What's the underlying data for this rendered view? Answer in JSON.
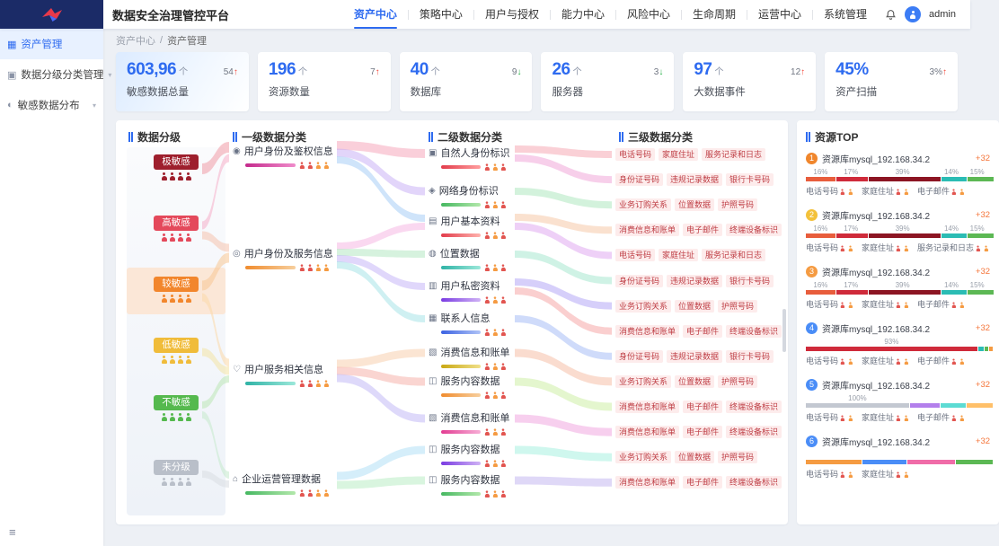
{
  "theme": {
    "accent": "#2e6bf0",
    "up_color": "#f5483b",
    "down_color": "#27b148"
  },
  "app": {
    "title": "数据安全治理管控平台",
    "nav": [
      {
        "name": "asset-center",
        "label": "资产中心",
        "active": true
      },
      {
        "name": "policy-center",
        "label": "策略中心"
      },
      {
        "name": "user-authorization",
        "label": "用户与授权"
      },
      {
        "name": "capability-center",
        "label": "能力中心"
      },
      {
        "name": "risk-center",
        "label": "风险中心"
      },
      {
        "name": "lifecycle",
        "label": "生命周期"
      },
      {
        "name": "operation-center",
        "label": "运营中心"
      },
      {
        "name": "system-management",
        "label": "系统管理"
      }
    ],
    "user_name": "admin"
  },
  "sidebar": {
    "items": [
      {
        "name": "asset-management",
        "label": "资产管理",
        "icon": "grid-icon",
        "active": true
      },
      {
        "name": "data-classification-management",
        "label": "数据分级分类管理",
        "icon": "layers-icon",
        "expandable": true
      },
      {
        "name": "sensitive-data-distribution",
        "label": "敏感数据分布",
        "icon": "pie-icon",
        "expandable": true
      }
    ]
  },
  "breadcrumb": {
    "items": [
      "资产中心",
      "资产管理"
    ],
    "separator": "/"
  },
  "stats": [
    {
      "name": "sensitive-data-total",
      "value": "603,96",
      "unit": "个",
      "delta": "54",
      "direction": "up",
      "label": "敏感数据总量",
      "highlight": true
    },
    {
      "name": "resource-count",
      "value": "196",
      "unit": "个",
      "delta": "7",
      "direction": "up",
      "label": "资源数量"
    },
    {
      "name": "database-count",
      "value": "40",
      "unit": "个",
      "delta": "9",
      "direction": "down",
      "label": "数据库"
    },
    {
      "name": "server-count",
      "value": "26",
      "unit": "个",
      "delta": "3",
      "direction": "down",
      "label": "服务器"
    },
    {
      "name": "bigdata-event-count",
      "value": "97",
      "unit": "个",
      "delta": "12",
      "direction": "up",
      "label": "大数据事件"
    },
    {
      "name": "asset-scan",
      "value": "45%",
      "unit": "",
      "delta": "3%",
      "direction": "up",
      "label": "资产扫描"
    }
  ],
  "sankey": {
    "col_headers": [
      "数据分级",
      "一级数据分类",
      "二级数据分类",
      "三级数据分类"
    ],
    "levels": [
      {
        "label": "极敏感",
        "color": "#9e1f2d",
        "persons": 4
      },
      {
        "label": "高敏感",
        "color": "#e4495b",
        "persons": 4
      },
      {
        "label": "较敏感",
        "color": "#f2862c",
        "persons": 4,
        "selected": true
      },
      {
        "label": "低敏感",
        "color": "#f0bc3a",
        "persons": 4
      },
      {
        "label": "不敏感",
        "color": "#55b94e",
        "persons": 4
      },
      {
        "label": "未分级",
        "color": "#b9bfc9",
        "persons": 4
      }
    ],
    "level1": [
      {
        "label": "用户身份及鉴权信息",
        "icon": "user-auth-icon",
        "bar": [
          "#c42a8c",
          "#f08ccb"
        ],
        "persons": 4
      },
      {
        "label": "用户身份及服务信息",
        "icon": "user-id-icon",
        "bar": [
          "#f08c2e",
          "#f7cf9e"
        ],
        "persons": 4
      },
      {
        "label": "用户服务相关信息",
        "icon": "heart-icon",
        "bar": [
          "#2fb3a6",
          "#9ce8da"
        ],
        "persons": 4
      },
      {
        "label": "企业运营管理数据",
        "icon": "building-icon",
        "bar": [
          "#46b861",
          "#b3e8ab"
        ],
        "persons": 4
      }
    ],
    "level2": [
      {
        "label": "自然人身份标识",
        "icon": "id-card-icon",
        "bar": [
          "#e23c4b",
          "#ff9e9e"
        ],
        "persons": 3
      },
      {
        "label": "网络身份标识",
        "icon": "network-icon",
        "bar": [
          "#46b861",
          "#b3e8ab"
        ],
        "persons": 3
      },
      {
        "label": "用户基本资料",
        "icon": "profile-icon",
        "bar": [
          "#e23c4b",
          "#ffb3ae"
        ],
        "persons": 3
      },
      {
        "label": "位置数据",
        "icon": "location-icon",
        "bar": [
          "#2fb3a6",
          "#9ce8da"
        ],
        "persons": 3
      },
      {
        "label": "用户私密资料",
        "icon": "privacy-icon",
        "bar": [
          "#7a3be2",
          "#d0b3f5"
        ],
        "persons": 3
      },
      {
        "label": "联系人信息",
        "icon": "contacts-icon",
        "bar": [
          "#3b62e2",
          "#b0c4f7"
        ],
        "persons": 3
      },
      {
        "label": "消费信息和账单",
        "icon": "bill-icon",
        "bar": [
          "#c9a812",
          "#f0e08a"
        ],
        "persons": 3
      },
      {
        "label": "服务内容数据",
        "icon": "content-icon",
        "bar": [
          "#f08c2e",
          "#f7cf9e"
        ],
        "persons": 3
      },
      {
        "label": "消费信息和账单",
        "icon": "bill-icon",
        "bar": [
          "#e23c92",
          "#f7aed6"
        ],
        "persons": 3
      },
      {
        "label": "服务内容数据",
        "icon": "content-icon",
        "bar": [
          "#7a3be2",
          "#d0b3f5"
        ],
        "persons": 3
      },
      {
        "label": "服务内容数据",
        "icon": "content-icon",
        "bar": [
          "#46b861",
          "#b3e8ab"
        ],
        "persons": 3
      }
    ],
    "level3_rows": [
      [
        "电话号码",
        "家庭住址",
        "服务记录和日志"
      ],
      [
        "身份证号码",
        "违规记录数据",
        "银行卡号码"
      ],
      [
        "业务订购关系",
        "位置数据",
        "护照号码"
      ],
      [
        "消费信息和账单",
        "电子邮件",
        "终端设备标识"
      ],
      [
        "电话号码",
        "家庭住址",
        "服务记录和日志"
      ],
      [
        "身份证号码",
        "违规记录数据",
        "银行卡号码"
      ],
      [
        "业务订购关系",
        "位置数据",
        "护照号码"
      ],
      [
        "消费信息和账单",
        "电子邮件",
        "终端设备标识"
      ],
      [
        "身份证号码",
        "违规记录数据",
        "银行卡号码"
      ],
      [
        "业务订购关系",
        "位置数据",
        "护照号码"
      ],
      [
        "消费信息和账单",
        "电子邮件",
        "终端设备标识"
      ],
      [
        "消费信息和账单",
        "电子邮件",
        "终端设备标识"
      ],
      [
        "业务订购关系",
        "位置数据",
        "护照号码"
      ],
      [
        "消费信息和账单",
        "电子邮件",
        "终端设备标识"
      ]
    ],
    "links_ab": [
      {
        "s": 0,
        "t": 0,
        "so": 0,
        "to": -6,
        "h": 12,
        "c": "#f09aa6"
      },
      {
        "s": 1,
        "t": 0,
        "so": -5,
        "to": 6,
        "h": 9,
        "c": "#f5aec9"
      },
      {
        "s": 1,
        "t": 1,
        "so": 6,
        "to": -8,
        "h": 9,
        "c": "#f5c3ad"
      },
      {
        "s": 2,
        "t": 1,
        "so": -6,
        "to": 3,
        "h": 11,
        "c": "#f8c693"
      },
      {
        "s": 2,
        "t": 2,
        "so": 7,
        "to": -9,
        "h": 9,
        "c": "#fbd9a8"
      },
      {
        "s": 3,
        "t": 2,
        "so": 0,
        "to": 0,
        "h": 9,
        "c": "#f2e3a4"
      },
      {
        "s": 4,
        "t": 2,
        "so": -5,
        "to": 9,
        "h": 8,
        "c": "#bce5b4"
      },
      {
        "s": 4,
        "t": 3,
        "so": 6,
        "to": -6,
        "h": 8,
        "c": "#c4e9cc"
      },
      {
        "s": 5,
        "t": 3,
        "so": 0,
        "to": 4,
        "h": 8,
        "c": "#d8dce1"
      }
    ],
    "links_bc": [
      {
        "s": 0,
        "t": 0,
        "so": -8,
        "h": 10,
        "c": "#f5a8bc"
      },
      {
        "s": 0,
        "t": 1,
        "so": 0,
        "h": 9,
        "c": "#cbb2f5"
      },
      {
        "s": 0,
        "t": 2,
        "so": 8,
        "to": -4,
        "h": 8,
        "c": "#a8cdf5"
      },
      {
        "s": 1,
        "t": 2,
        "so": -10,
        "to": 5,
        "h": 8,
        "c": "#f5b8e3"
      },
      {
        "s": 1,
        "t": 3,
        "so": -3,
        "h": 8,
        "c": "#b5e8c3"
      },
      {
        "s": 1,
        "t": 4,
        "so": 4,
        "h": 8,
        "c": "#c7b6f7"
      },
      {
        "s": 1,
        "t": 5,
        "so": 11,
        "h": 8,
        "c": "#a8e3e8"
      },
      {
        "s": 2,
        "t": 6,
        "so": -8,
        "h": 9,
        "c": "#f7cfae"
      },
      {
        "s": 2,
        "t": 7,
        "so": 0,
        "h": 9,
        "c": "#f5b3ab"
      },
      {
        "s": 2,
        "t": 8,
        "so": 8,
        "h": 9,
        "c": "#c3b9f5"
      },
      {
        "s": 3,
        "t": 9,
        "so": -5,
        "h": 9,
        "c": "#b3e0f5"
      },
      {
        "s": 3,
        "t": 10,
        "so": 5,
        "h": 9,
        "c": "#b9ecc4"
      }
    ],
    "links_cd": [
      {
        "s": 0,
        "t": 0,
        "so": -5,
        "h": 8,
        "c": "#f5aab5"
      },
      {
        "s": 0,
        "t": 1,
        "so": 5,
        "h": 8,
        "c": "#f0a8d8"
      },
      {
        "s": 1,
        "t": 2,
        "so": 0,
        "h": 8,
        "c": "#aee8c0"
      },
      {
        "s": 2,
        "t": 3,
        "so": -5,
        "h": 8,
        "c": "#f5c9a8"
      },
      {
        "s": 2,
        "t": 4,
        "so": 5,
        "h": 8,
        "c": "#e0aaf0"
      },
      {
        "s": 3,
        "t": 5,
        "so": 0,
        "h": 8,
        "c": "#a8e8cf"
      },
      {
        "s": 4,
        "t": 6,
        "so": -5,
        "h": 8,
        "c": "#b5a8f5"
      },
      {
        "s": 4,
        "t": 7,
        "so": 5,
        "h": 8,
        "c": "#f5a8a8"
      },
      {
        "s": 5,
        "t": 8,
        "so": 0,
        "h": 8,
        "c": "#a8bef5"
      },
      {
        "s": 6,
        "t": 9,
        "so": 0,
        "h": 9,
        "c": "#f5bfa8"
      },
      {
        "s": 7,
        "t": 10,
        "so": 0,
        "h": 9,
        "c": "#cdeea5"
      },
      {
        "s": 8,
        "t": 11,
        "so": 0,
        "h": 9,
        "c": "#f0a8e0"
      },
      {
        "s": 9,
        "t": 12,
        "so": 0,
        "h": 9,
        "c": "#a8f0e0"
      },
      {
        "s": 10,
        "t": 13,
        "so": 0,
        "h": 9,
        "c": "#c5b8f0"
      }
    ]
  },
  "resource_top": {
    "title": "资源TOP",
    "items": [
      {
        "rank": 1,
        "rank_color": "#f0862c",
        "name": "资源库mysql_192.168.34.2",
        "badge": "+32",
        "segments": [
          {
            "pct": 16,
            "label": "16%",
            "color": "#e85d3c"
          },
          {
            "pct": 17,
            "label": "17%",
            "color": "#cf2a3a"
          },
          {
            "pct": 39,
            "label": "39%",
            "color": "#8c1523"
          },
          {
            "pct": 14,
            "label": "14%",
            "color": "#2bbcb4"
          },
          {
            "pct": 14,
            "label": "15%",
            "color": "#5cb854"
          }
        ],
        "tags": [
          "电话号码",
          "家庭住址",
          "电子邮件"
        ]
      },
      {
        "rank": 2,
        "rank_color": "#f3c13a",
        "name": "资源库mysql_192.168.34.2",
        "badge": "+32",
        "segments": [
          {
            "pct": 16,
            "label": "16%",
            "color": "#e85d3c"
          },
          {
            "pct": 17,
            "label": "17%",
            "color": "#cf2a3a"
          },
          {
            "pct": 39,
            "label": "39%",
            "color": "#8c1523"
          },
          {
            "pct": 14,
            "label": "14%",
            "color": "#2bbcb4"
          },
          {
            "pct": 14,
            "label": "15%",
            "color": "#5cb854"
          }
        ],
        "tags": [
          "电话号码",
          "家庭住址",
          "服务记录和日志"
        ]
      },
      {
        "rank": 3,
        "rank_color": "#f59b42",
        "name": "资源库mysql_192.168.34.2",
        "badge": "+32",
        "segments": [
          {
            "pct": 16,
            "label": "16%",
            "color": "#e85d3c"
          },
          {
            "pct": 17,
            "label": "17%",
            "color": "#cf2a3a"
          },
          {
            "pct": 39,
            "label": "39%",
            "color": "#8c1523"
          },
          {
            "pct": 14,
            "label": "14%",
            "color": "#2bbcb4"
          },
          {
            "pct": 14,
            "label": "15%",
            "color": "#5cb854"
          }
        ],
        "tags": [
          "电话号码",
          "家庭住址",
          "电子邮件"
        ]
      },
      {
        "rank": 4,
        "rank_color": "#4a8df7",
        "name": "资源库mysql_192.168.34.2",
        "badge": "+32",
        "segments": [
          {
            "pct": 93,
            "label": "93%",
            "color": "#cf2a3a"
          },
          {
            "pct": 3,
            "label": "",
            "color": "#2bbcb4"
          },
          {
            "pct": 2,
            "label": "",
            "color": "#5cb854"
          },
          {
            "pct": 2,
            "label": "",
            "color": "#f59b42"
          }
        ],
        "tags": [
          "电话号码",
          "家庭住址",
          "电子邮件"
        ]
      },
      {
        "rank": 5,
        "rank_color": "#4a8df7",
        "name": "资源库mysql_192.168.34.2",
        "badge": "+32",
        "segments": [
          {
            "pct": 56,
            "label": "100%",
            "color": "#c3c8d1"
          },
          {
            "pct": 16,
            "label": "",
            "color": "#b37feb"
          },
          {
            "pct": 14,
            "label": "",
            "color": "#5cdbd3"
          },
          {
            "pct": 14,
            "label": "",
            "color": "#ffc069"
          }
        ],
        "tags": [
          "电话号码",
          "家庭住址",
          "电子邮件"
        ]
      },
      {
        "rank": 6,
        "rank_color": "#4a8df7",
        "name": "资源库mysql_192.168.34.2",
        "badge": "+32",
        "segments": [
          {
            "pct": 30,
            "label": "",
            "color": "#f59b42"
          },
          {
            "pct": 24,
            "label": "",
            "color": "#4a8df7"
          },
          {
            "pct": 26,
            "label": "",
            "color": "#f06ca8"
          },
          {
            "pct": 20,
            "label": "",
            "color": "#5cb854"
          }
        ],
        "tags": [
          "电话号码",
          "家庭住址"
        ]
      }
    ]
  }
}
